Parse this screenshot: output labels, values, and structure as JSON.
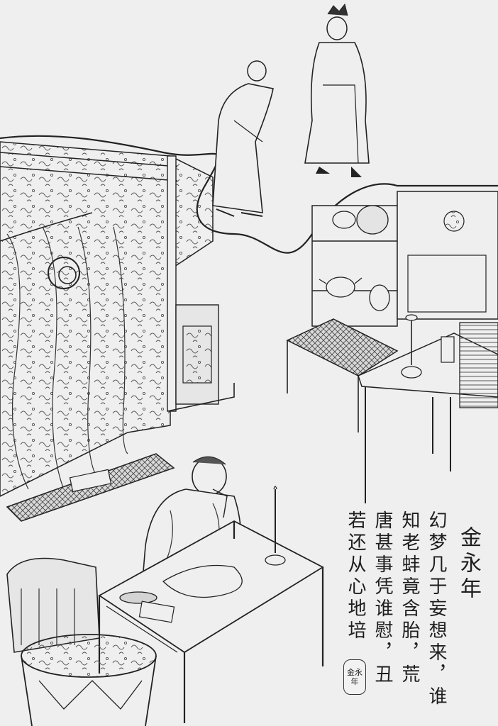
{
  "inscription": {
    "title": "金永年",
    "poem_lines": [
      "幻梦几于妄想来，谁",
      "知老蚌竟含胎，荒",
      "唐甚事凭谁慰，丑",
      "若还从心地培"
    ],
    "seal_text": "金永年"
  },
  "colors": {
    "paper": "#efefef",
    "ink": "#1e1e1e"
  },
  "figures": [
    "official-standing-figure",
    "bowing-attendant-figure",
    "seated-dreaming-figure"
  ]
}
